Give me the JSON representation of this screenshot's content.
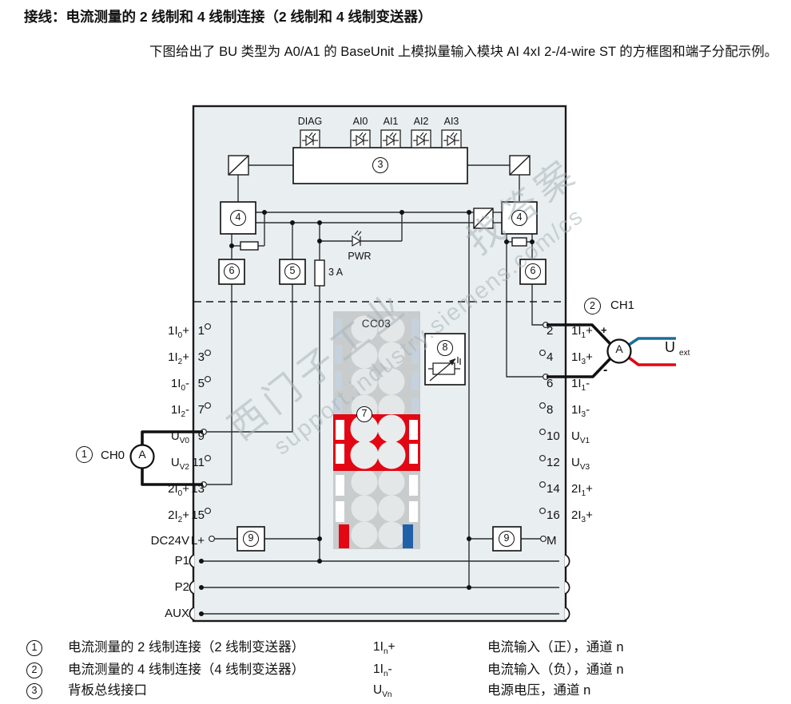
{
  "title": "接线：电流测量的 2 线制和 4 线制连接（2 线制和 4 线制变送器）",
  "intro": "下图给出了 BU 类型为 A0/A1 的 BaseUnit 上模拟量输入模块 AI 4xI 2-/4-wire ST 的方框图和端子分配示例。",
  "watermark": {
    "line1": "西门子工业　　找答案",
    "line2": "support.industry.siemens.com/cs"
  },
  "colors": {
    "frame_bg": "#e9eef0",
    "wire": "#2b2f33",
    "accent_red": "#e30613",
    "accent_blue": "#1b6d9c",
    "block_gray": "#c8cccd"
  },
  "diagram": {
    "leds": [
      "DIAG",
      "AI0",
      "AI1",
      "AI2",
      "AI3"
    ],
    "pwr_label": "PWR",
    "fuse_label": "3 A",
    "terminal_block_label": "CC03",
    "badges": {
      "b3": "3",
      "b4": "4",
      "b5": "5",
      "b6": "6",
      "b7": "7",
      "b8": "8",
      "b9": "9"
    },
    "ch0": {
      "badge": "1",
      "label": "CH0",
      "meter": "A"
    },
    "ch1": {
      "badge": "2",
      "label": "CH1",
      "meter": "A",
      "plus": "+",
      "minus": "-",
      "ext": {
        "pre": "U",
        "sub": "ext"
      }
    },
    "terminals": {
      "left": [
        {
          "num": "1",
          "label": {
            "pre": "1I",
            "sub": "0",
            "post": "+"
          }
        },
        {
          "num": "3",
          "label": {
            "pre": "1I",
            "sub": "2",
            "post": "+"
          }
        },
        {
          "num": "5",
          "label": {
            "pre": "1I",
            "sub": "0",
            "post": "-"
          }
        },
        {
          "num": "7",
          "label": {
            "pre": "1I",
            "sub": "2",
            "post": "-"
          }
        },
        {
          "num": "9",
          "label": {
            "pre": "U",
            "sub": "V0",
            "post": ""
          }
        },
        {
          "num": "11",
          "label": {
            "pre": "U",
            "sub": "V2",
            "post": ""
          }
        },
        {
          "num": "13",
          "label": {
            "pre": "2I",
            "sub": "0",
            "post": "+"
          }
        },
        {
          "num": "15",
          "label": {
            "pre": "2I",
            "sub": "2",
            "post": "+"
          }
        },
        {
          "num": "L+",
          "label": {
            "pre": "DC24V",
            "sub": "",
            "post": ""
          }
        }
      ],
      "right": [
        {
          "num": "2",
          "label": {
            "pre": "1I",
            "sub": "1",
            "post": "+"
          }
        },
        {
          "num": "4",
          "label": {
            "pre": "1I",
            "sub": "3",
            "post": "+"
          }
        },
        {
          "num": "6",
          "label": {
            "pre": "1I",
            "sub": "1",
            "post": "-"
          }
        },
        {
          "num": "8",
          "label": {
            "pre": "1I",
            "sub": "3",
            "post": "-"
          }
        },
        {
          "num": "10",
          "label": {
            "pre": "U",
            "sub": "V1",
            "post": ""
          }
        },
        {
          "num": "12",
          "label": {
            "pre": "U",
            "sub": "V3",
            "post": ""
          }
        },
        {
          "num": "14",
          "label": {
            "pre": "2I",
            "sub": "1",
            "post": "+"
          }
        },
        {
          "num": "16",
          "label": {
            "pre": "2I",
            "sub": "3",
            "post": "+"
          }
        },
        {
          "num": "M",
          "label": null
        }
      ],
      "rails": [
        "P1",
        "P2",
        "AUX"
      ]
    }
  },
  "legend": {
    "rows": [
      {
        "badge": "1",
        "text": "电流测量的 2 线制连接（2 线制变送器）",
        "code": {
          "pre": "1I",
          "sub": "n",
          "post": "+"
        },
        "desc": "电流输入（正），通道 n"
      },
      {
        "badge": "2",
        "text": "电流测量的 4 线制连接（4 线制变送器）",
        "code": {
          "pre": "1I",
          "sub": "n",
          "post": "-"
        },
        "desc": "电流输入（负），通道 n"
      },
      {
        "badge": "3",
        "text": "背板总线接口",
        "code": {
          "pre": "U",
          "sub": "Vn",
          "post": ""
        },
        "desc": "电源电压，通道 n"
      }
    ]
  }
}
